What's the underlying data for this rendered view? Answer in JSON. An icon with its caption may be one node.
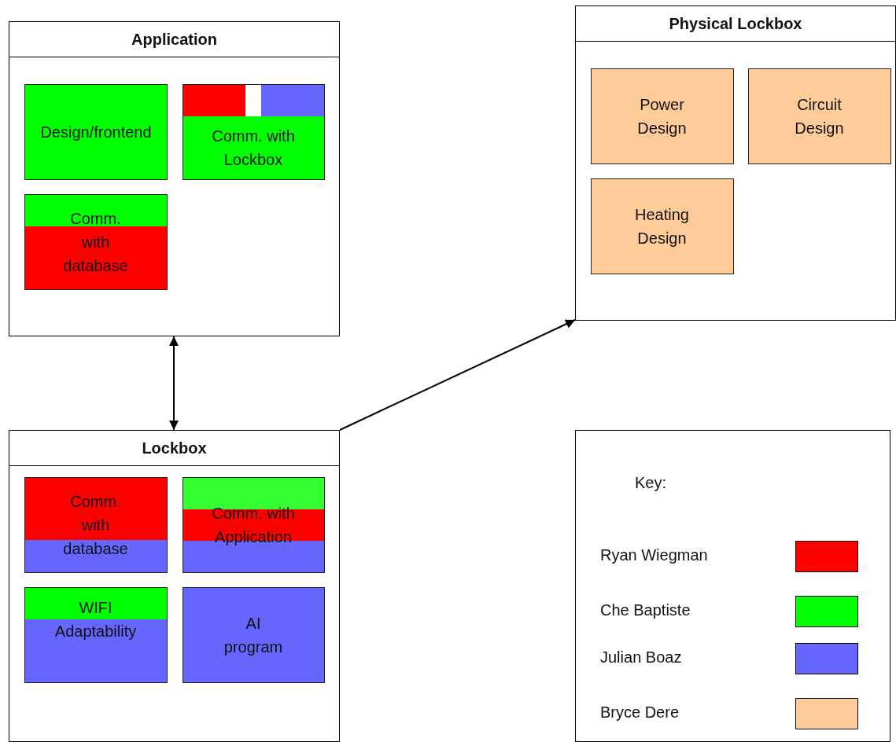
{
  "diagram": {
    "nodes": [
      {
        "text": [
          "Application"
        ]
      },
      {
        "text": [
          "Design/frontend"
        ],
        "in": 0
      },
      {
        "text": [
          "Comm. with Lockbox"
        ],
        "in": 0
      },
      {
        "text": [
          "Comm. with database"
        ],
        "in": 0
      },
      {
        "text": [
          "Physical Lockbox"
        ]
      },
      {
        "text": [
          "Power Design"
        ],
        "in": 4
      },
      {
        "text": [
          "Circuit Design"
        ],
        "in": 4
      },
      {
        "text": [
          "Heating Design"
        ],
        "in": 4
      },
      {
        "text": [
          "Lockbox"
        ]
      },
      {
        "text": [
          "Comm. with database"
        ],
        "in": 8
      },
      {
        "text": [
          "Comm. with Application"
        ],
        "in": 8
      },
      {
        "text": [
          "WIFI Adaptability"
        ],
        "in": 8
      },
      {
        "text": [
          "AI program"
        ],
        "in": 8
      }
    ],
    "edges": [
      {
        "from": 0,
        "to": 8,
        "arrow": "both"
      },
      {
        "from": 8,
        "to": 4,
        "arrow": "to"
      }
    ],
    "labels": [
      "Key:"
    ],
    "legend": [
      {
        "text": "Ryan Wiegman",
        "color": "#ff0000"
      },
      {
        "text": "Che Baptiste",
        "color": "#00ff00"
      },
      {
        "text": "Julian Boaz",
        "color": "#6666ff"
      },
      {
        "text": "Bryce Dere",
        "color": "#ffcc99"
      }
    ]
  }
}
